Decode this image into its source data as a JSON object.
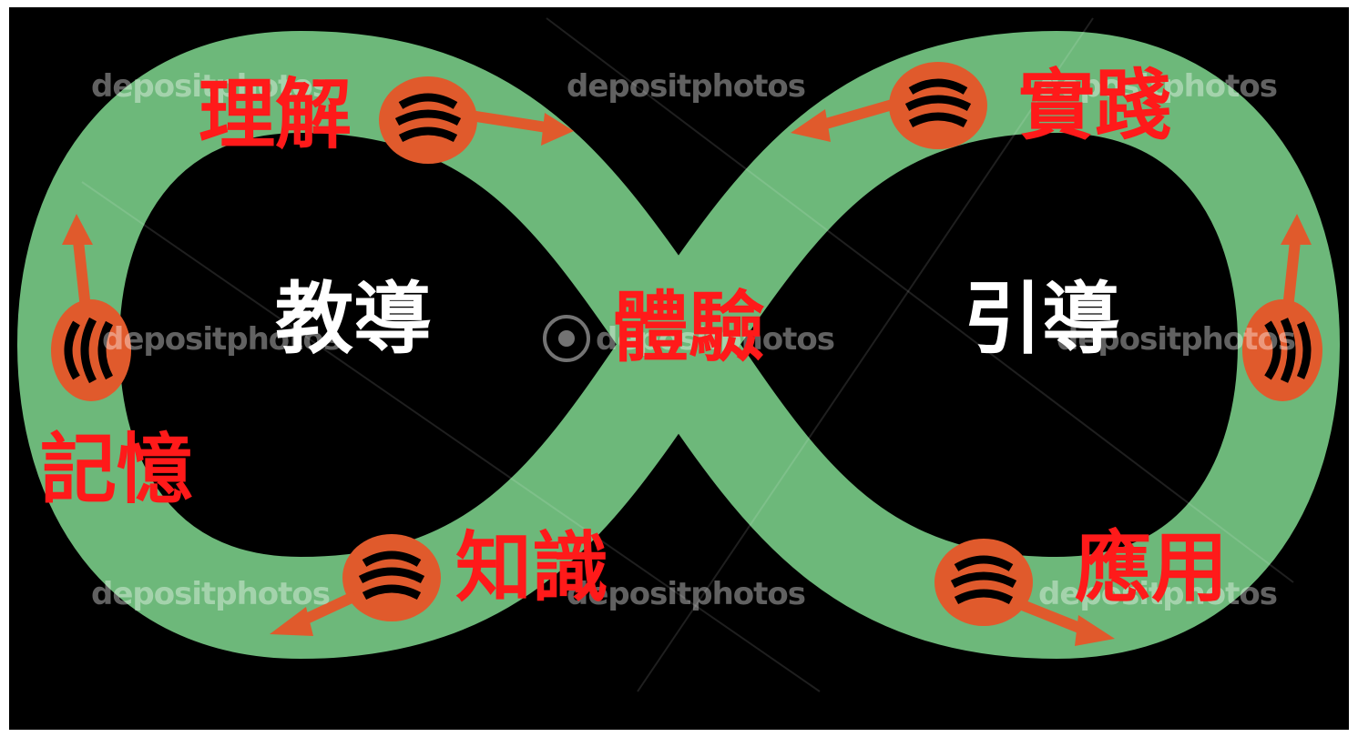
{
  "colors": {
    "background": "#000000",
    "loop": "#6db87a",
    "hand": "#e05a2c",
    "label_red": "#ff1a1a",
    "label_white": "#ffffff"
  },
  "diagram": {
    "center": "體驗",
    "left_loop": "教導",
    "right_loop": "引導",
    "stages": [
      "理解",
      "記憶",
      "知識",
      "實踐",
      "應用"
    ]
  },
  "watermark": "depositphotos",
  "icons": [
    "pointing-hand-icon",
    "camera-icon"
  ]
}
